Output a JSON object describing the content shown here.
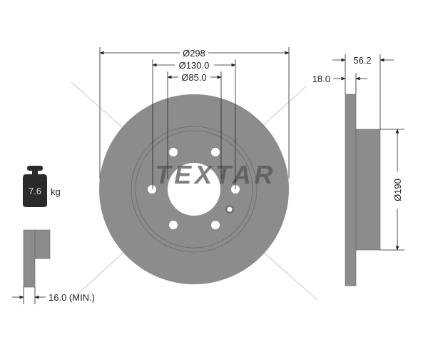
{
  "brand": {
    "logo_text": "TEXTAR"
  },
  "dimensions": {
    "outer_diameter": "Ø298",
    "bolt_circle": "Ø130.0",
    "center_bore": "Ø85.0",
    "total_height": "56.2",
    "thickness": "18.0",
    "hat_diameter": "Ø190",
    "min_thickness": "16.0 (MIN.)"
  },
  "weight": {
    "value": "7.6",
    "unit": "kg"
  },
  "colors": {
    "disc": "#8a8c8e",
    "dark": "#2b2b2b",
    "line": "#222222"
  }
}
